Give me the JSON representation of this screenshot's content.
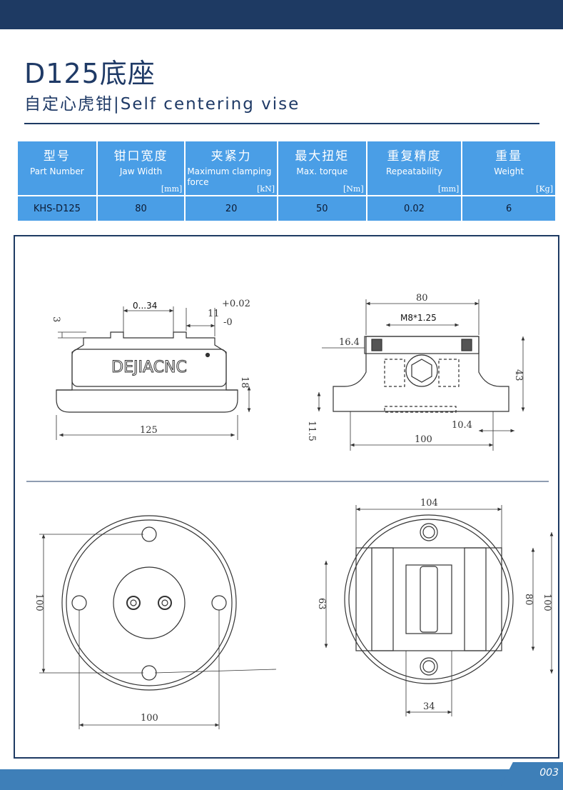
{
  "header": {
    "title": "D125底座",
    "subtitle": "自定心虎钳|Self centering vise"
  },
  "table": {
    "columns": [
      {
        "zh": "型号",
        "en": "Part Number",
        "unit": ""
      },
      {
        "zh": "钳口宽度",
        "en": "Jaw Width",
        "unit": "[mm]"
      },
      {
        "zh": "夹紧力",
        "en": "Maximum clamping force",
        "unit": "[kN]"
      },
      {
        "zh": "最大扭矩",
        "en": "Max. torque",
        "unit": "[Nm]"
      },
      {
        "zh": "重复精度",
        "en": "Repeatability",
        "unit": "[mm]"
      },
      {
        "zh": "重量",
        "en": "Weight",
        "unit": "[Kg]"
      }
    ],
    "row": [
      "KHS-D125",
      "80",
      "20",
      "50",
      "0.02",
      "6"
    ]
  },
  "drawing": {
    "brand": "DEJIACNC",
    "front_view": {
      "jaw_range": "0...34",
      "width": "125",
      "height": "18",
      "top_step": "3",
      "slot": "11",
      "tol_plus": "+0.02",
      "tol_minus": "-0"
    },
    "side_view": {
      "width": "80",
      "thread": "M8*1.25",
      "top_offset": "16.4",
      "height": "43",
      "base": "11.5",
      "hole_spacing": "100",
      "edge_offset": "10.4"
    },
    "bottom_view": {
      "vertical": "100",
      "horizontal": "100"
    },
    "top_view": {
      "width": "104",
      "left_height": "63",
      "right_inner": "80",
      "right_outer": "100",
      "bottom": "34"
    }
  },
  "footer": {
    "page": "003"
  }
}
